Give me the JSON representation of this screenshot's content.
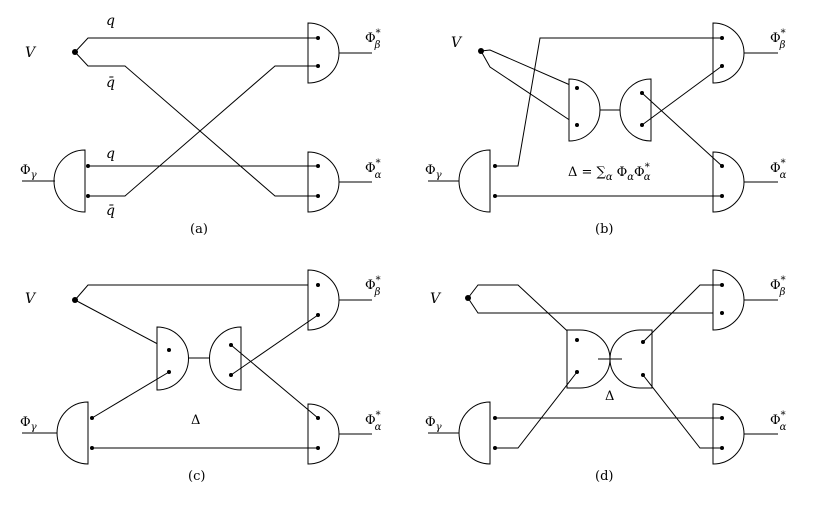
{
  "labels": {
    "V": "V",
    "Phi": "Φ",
    "gamma": "γ",
    "alpha": "α",
    "beta": "β",
    "star": "*",
    "q": "q",
    "qbar": "q̄",
    "Delta": "Δ",
    "delta_eq": "Δ = ∑",
    "delta_eq_rest": "Φ",
    "delta_eq_tail": "Φ"
  },
  "captions": [
    "(a)",
    "(b)",
    "(c)",
    "(d)"
  ]
}
